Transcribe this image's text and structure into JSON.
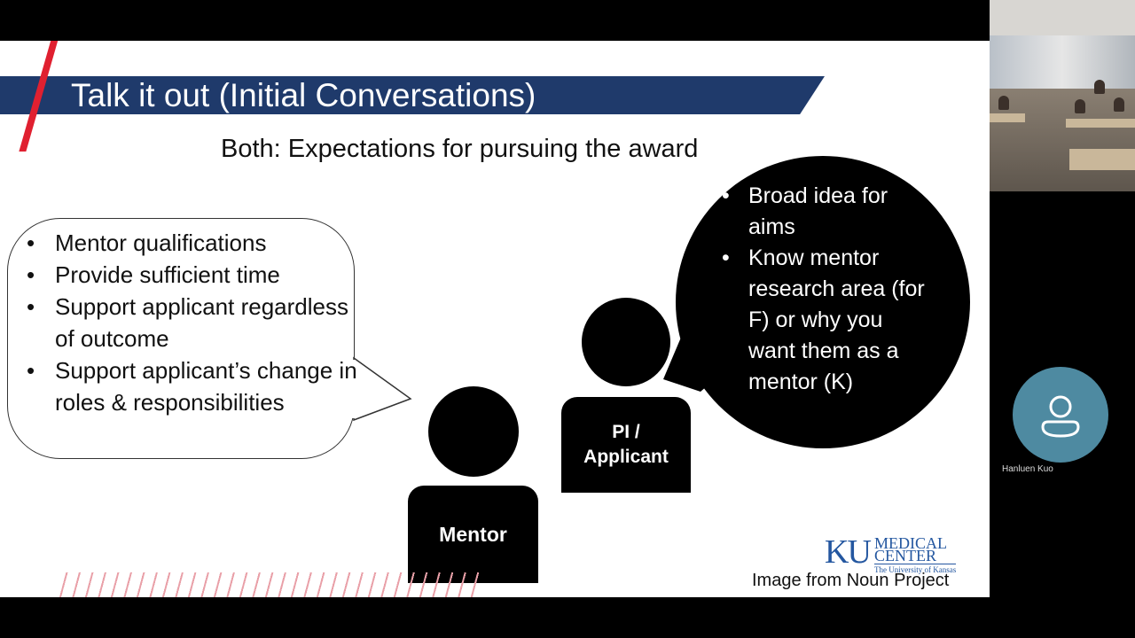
{
  "slide": {
    "title": "Talk it out (Initial Conversations)",
    "subtitle": "Both: Expectations for pursuing the award",
    "mentor_points": [
      "Mentor qualifications",
      "Provide sufficient time",
      "Support applicant regardless of outcome",
      "Support applicant’s change in roles & responsibilities"
    ],
    "applicant_points": [
      "Broad idea for aims",
      "Know mentor research area (for F) or why you want them as a mentor (K)"
    ],
    "mentor_label": "Mentor",
    "applicant_label_line1": "PI /",
    "applicant_label_line2": "Applicant",
    "logo": {
      "mark": "KU",
      "name_line1": "MEDICAL",
      "name_line2": "CENTER",
      "sub": "The University of Kansas"
    },
    "credit": "Image from Noun Project"
  },
  "participants": [
    {
      "name": "Hanluen Kuo",
      "avatar_icon": "person-icon",
      "avatar_color": "#4e8aa1"
    }
  ],
  "colors": {
    "title_band": "#1f3a6b",
    "accent_red": "#e02030"
  }
}
